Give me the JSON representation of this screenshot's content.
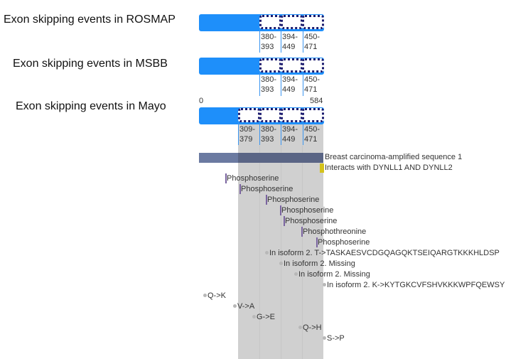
{
  "tracks": [
    {
      "title": "Exon skipping events in ROSMAP",
      "exons": [
        "380-\n393",
        "394-\n449",
        "450-\n471"
      ]
    },
    {
      "title": "Exon skipping events in MSBB",
      "exons": [
        "380-\n393",
        "394-\n449",
        "450-\n471"
      ]
    },
    {
      "title": "Exon skipping events in Mayo",
      "exons": [
        "309-\n379",
        "380-\n393",
        "394-\n449",
        "450-\n471"
      ]
    }
  ],
  "axis": {
    "start": "0",
    "end": "584"
  },
  "colors": {
    "bar": "#1e8ffa",
    "exon_border": "#1a1a6e",
    "domain": "#6b7aa1",
    "region": "#d4c21c",
    "ptm": "#7a64a0",
    "highlight": "#d0d0d0"
  },
  "domain": {
    "label": "Breast carcinoma-amplified sequence 1"
  },
  "region": {
    "label": "Interacts with DYNLL1 AND DYNLL2"
  },
  "ptms": [
    {
      "label": "Phosphoserine"
    },
    {
      "label": "Phosphoserine"
    },
    {
      "label": "Phosphoserine"
    },
    {
      "label": "Phosphoserine"
    },
    {
      "label": "Phosphoserine"
    },
    {
      "label": "Phosphothreonine"
    },
    {
      "label": "Phosphoserine"
    }
  ],
  "isoforms": [
    {
      "label": "In isoform 2. T->TASKAESVCDGQAGQKTSEIQARGTKKKHLDSP"
    },
    {
      "label": "In isoform 2. Missing"
    },
    {
      "label": "In isoform 2. Missing"
    },
    {
      "label": "In isoform 2. K->KYTGKCVFSHVKKKWPFQEWSY"
    }
  ],
  "variants": [
    {
      "label": "Q->K"
    },
    {
      "label": "V->A"
    },
    {
      "label": "G->E"
    },
    {
      "label": "Q->H"
    },
    {
      "label": "S->P"
    }
  ]
}
